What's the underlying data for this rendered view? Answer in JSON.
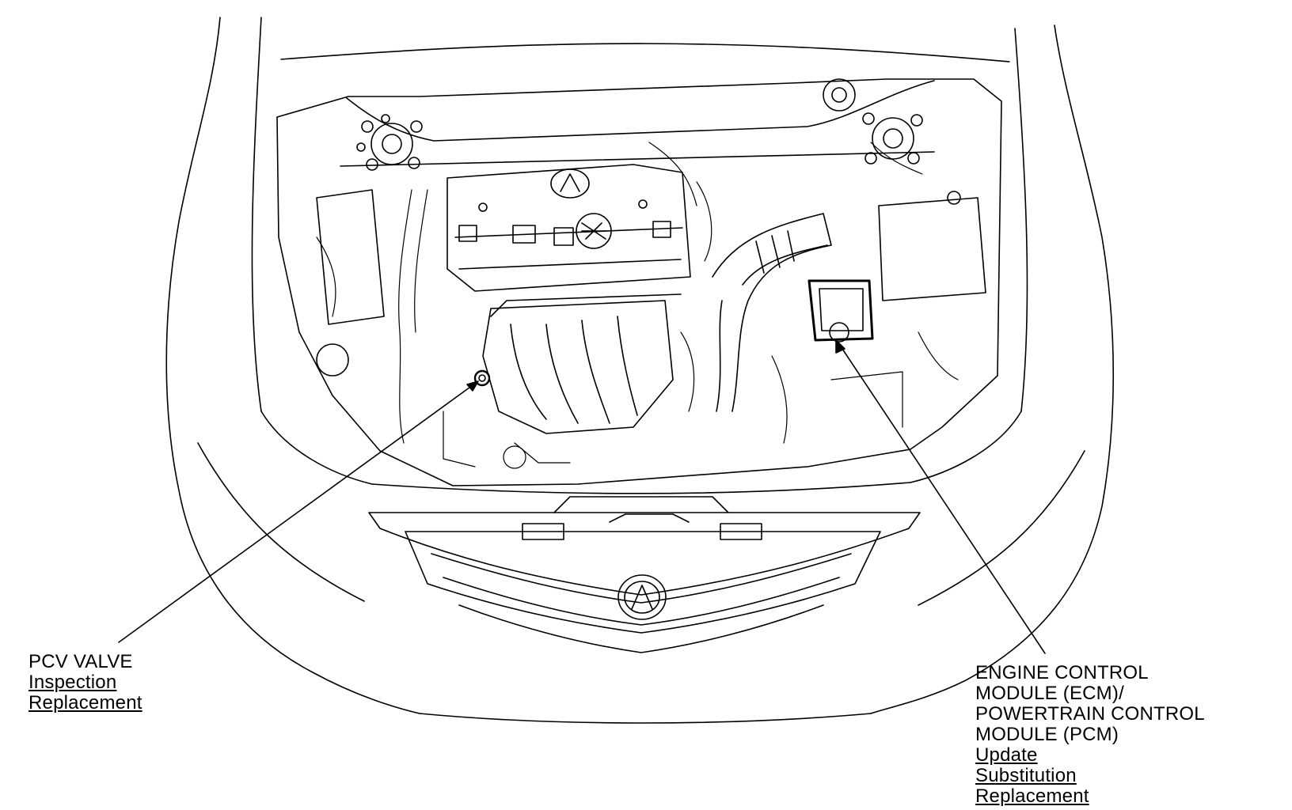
{
  "callouts": {
    "pcv": {
      "title": "PCV VALVE",
      "links": [
        "Inspection",
        "Replacement"
      ]
    },
    "ecm": {
      "title_lines": [
        "ENGINE CONTROL",
        "MODULE (ECM)/",
        "POWERTRAIN CONTROL",
        "MODULE (PCM)"
      ],
      "links": [
        "Update",
        "Substitution",
        "Replacement"
      ]
    }
  }
}
